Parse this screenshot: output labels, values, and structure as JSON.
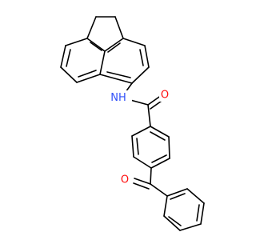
{
  "structure": {
    "atoms": {
      "amide_nitrogen": {
        "symbol": "N",
        "suffix": "H",
        "color": "#3050F8",
        "suffix_color": "#3050F8"
      },
      "amide_oxygen": {
        "symbol": "O",
        "color": "#FF0D0D"
      },
      "ketone_oxygen": {
        "symbol": "O",
        "color": "#FF0D0D"
      }
    },
    "bond_color": "#000000",
    "background": "#ffffff"
  }
}
